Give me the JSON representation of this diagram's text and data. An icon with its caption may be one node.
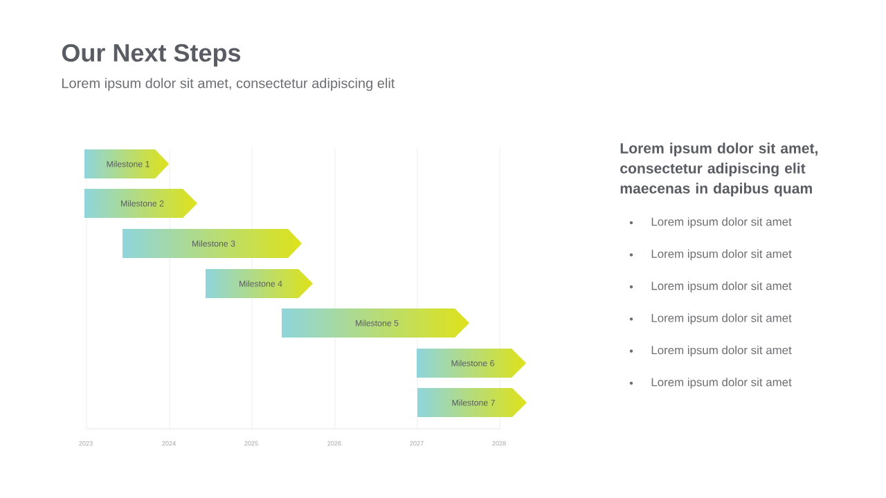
{
  "diagram": {
    "title": "Our Next Steps",
    "nodes": [
      {
        "text": [
          "Milestone 1"
        ]
      },
      {
        "text": [
          "Milestone 2"
        ]
      },
      {
        "text": [
          "Milestone 3"
        ]
      },
      {
        "text": [
          "Milestone 4"
        ]
      },
      {
        "text": [
          "Milestone 5"
        ]
      },
      {
        "text": [
          "Milestone 6"
        ]
      },
      {
        "text": [
          "Milestone 7"
        ]
      }
    ],
    "labels": [
      "Lorem ipsum  dolor sit amet, consectetur adipiscing  elit",
      "2023",
      "2024",
      "2025",
      "2026",
      "2027",
      "2028",
      "Lorem ipsum dolor sit amet, consectetur adipiscing elit maecenas in dapibus quam",
      "Lorem ipsum dolor sit amet",
      "Lorem ipsum dolor sit amet",
      "Lorem ipsum dolor sit amet",
      "Lorem ipsum dolor sit amet",
      "Lorem ipsum dolor sit amet",
      "Lorem ipsum dolor sit amet"
    ]
  }
}
